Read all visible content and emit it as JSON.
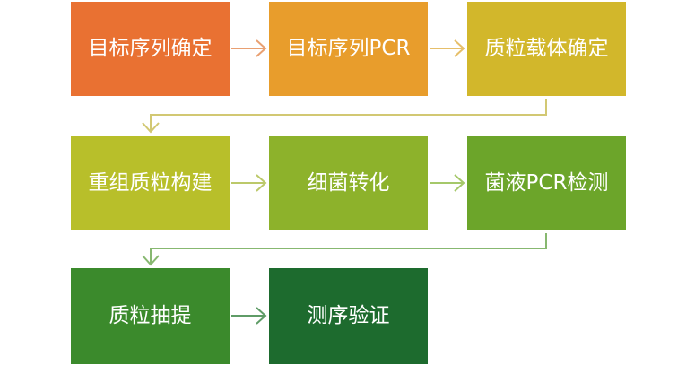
{
  "steps": [
    {
      "label": "目标序列确定",
      "color": "#E97132"
    },
    {
      "label": "目标序列PCR",
      "color": "#E89D2C"
    },
    {
      "label": "质粒载体确定",
      "color": "#D2B72B"
    },
    {
      "label": "重组质粒构建",
      "color": "#B8BF2A"
    },
    {
      "label": "细菌转化",
      "color": "#8DB22B"
    },
    {
      "label": "菌液PCR检测",
      "color": "#6CA52A"
    },
    {
      "label": "质粒抽提",
      "color": "#3B8A2C"
    },
    {
      "label": "测序验证",
      "color": "#1D6B2E"
    }
  ],
  "arrow_colors": {
    "a1_2": "#E9A072",
    "a2_3": "#E6BF6A",
    "a3_4": "#D2C873",
    "a4_5": "#BCC96A",
    "a5_6": "#A5C86A",
    "a6_7": "#87B870",
    "a7_8": "#5F9C67"
  }
}
